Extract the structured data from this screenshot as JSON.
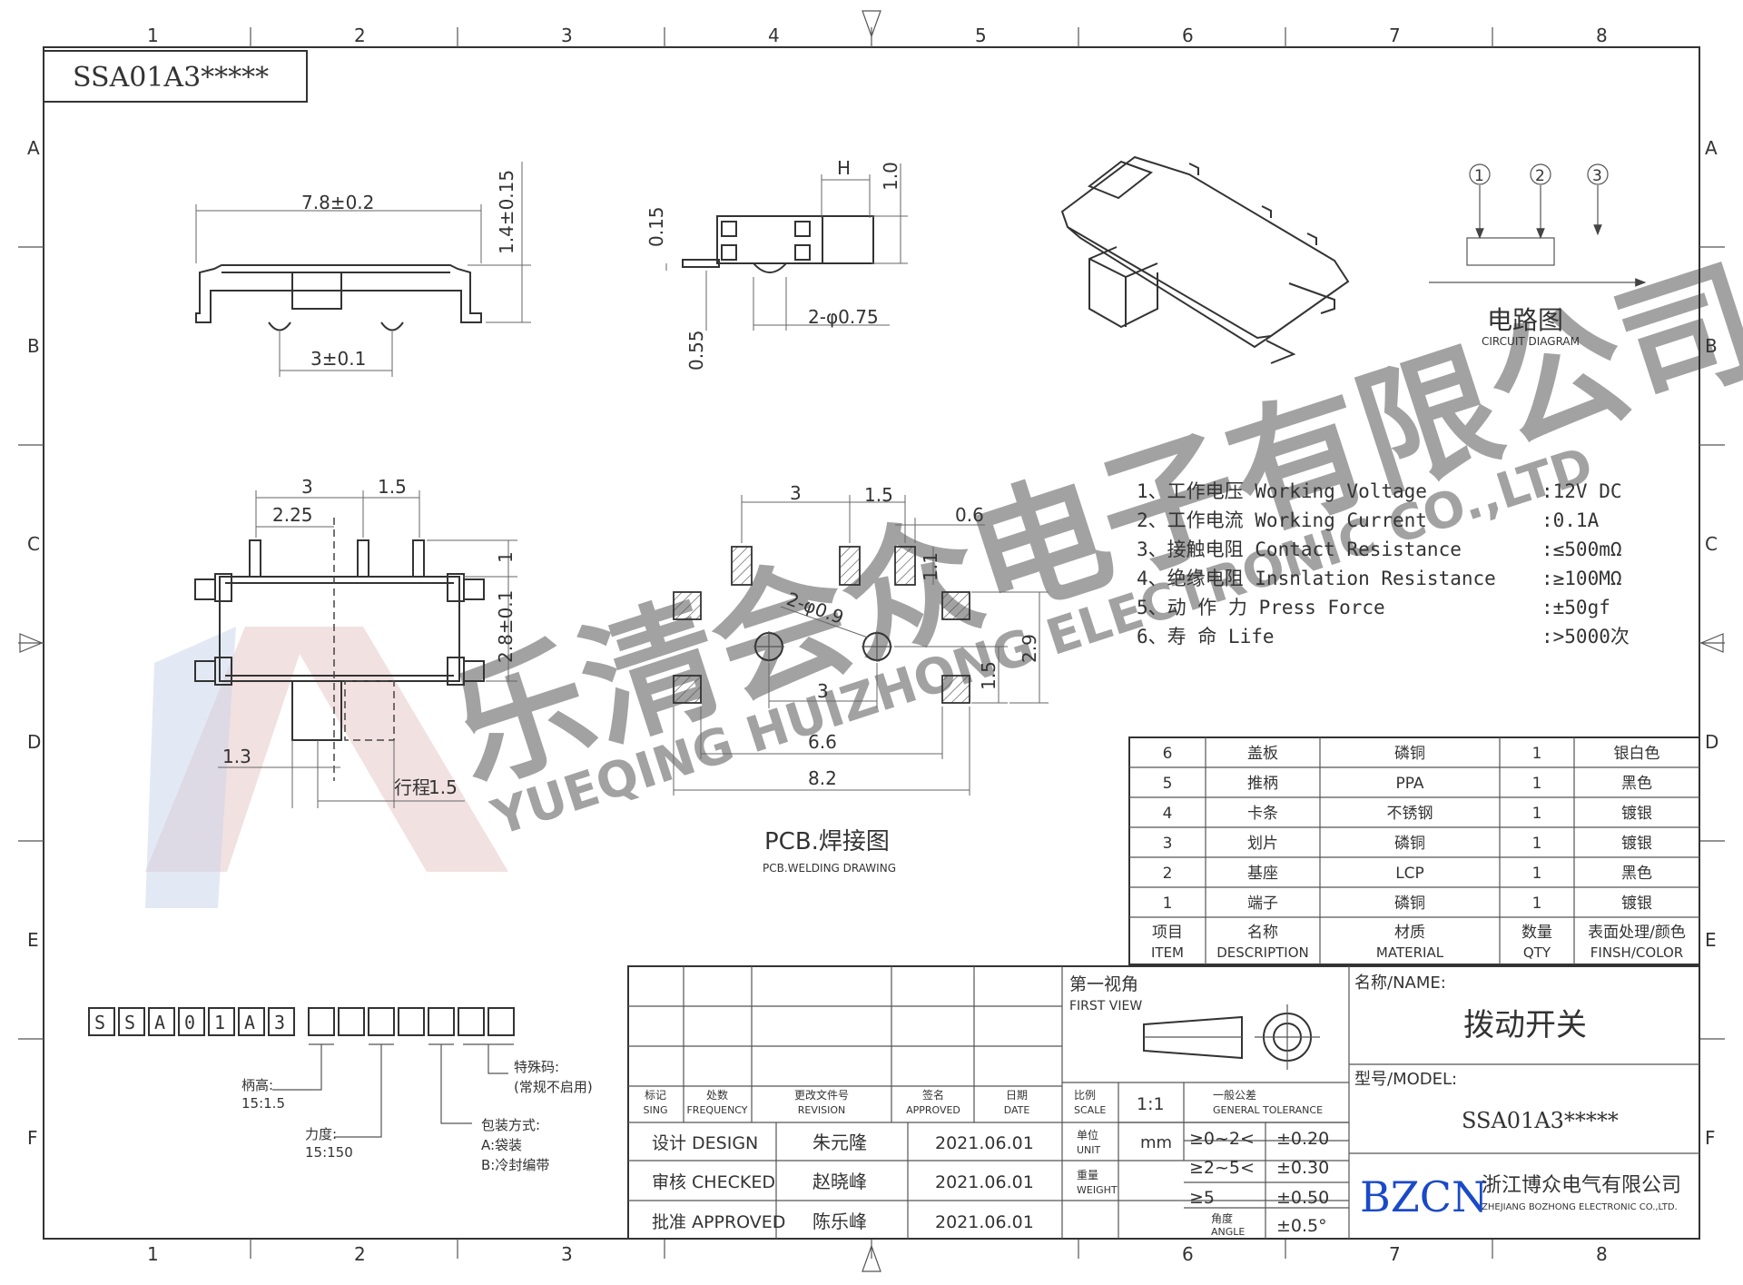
{
  "part_code": "SSA01A3*****",
  "border": {
    "columns": [
      "1",
      "2",
      "3",
      "4",
      "5",
      "6",
      "7",
      "8"
    ],
    "rows": [
      "A",
      "B",
      "C",
      "D",
      "E",
      "F"
    ]
  },
  "watermark": {
    "cn": "乐清会众电子有限公司",
    "en": "YUEQING HUIZHONG ELECTRONIC CO.,LTD"
  },
  "dims": {
    "width": "7.8±0.2",
    "height": "1.4±0.15",
    "pitch": "3±0.1",
    "h": "H",
    "d10": "1.0",
    "d015": "0.15",
    "d055": "0.55",
    "hole": "2-φ0.75",
    "top3": "3",
    "top15": "1.5",
    "top225": "2.25",
    "top1": "1",
    "top28": "2.8±0.1",
    "top13": "1.3",
    "travel_label": "行程",
    "travel": "1.5",
    "pcb3": "3",
    "pcb15": "1.5",
    "pcb06": "0.6",
    "pcb11": "1.1",
    "pcbhole": "2-φ0.9",
    "pcb3b": "3",
    "pcb15b": "1.5",
    "pcb29": "2.9",
    "pcb66": "6.6",
    "pcb82": "8.2"
  },
  "pcb_title": "PCB.焊接图",
  "pcb_subtitle": "PCB.WELDING DRAWING",
  "circuit": {
    "pins": [
      "1",
      "2",
      "3"
    ],
    "title": "电路图",
    "subtitle": "CIRCUIT DIAGRAM"
  },
  "specs": [
    {
      "label": "1、工作电压 Working Voltage",
      "value": ":12V DC"
    },
    {
      "label": "2、工作电流 Working Current",
      "value": ":0.1A"
    },
    {
      "label": "3、接触电阻 Contact Resistance",
      "value": ":≤500mΩ"
    },
    {
      "label": "4、绝缘电阻 Insnlation Resistance",
      "value": ":≥100MΩ"
    },
    {
      "label": "5、动 作 力 Press Force",
      "value": ":±50gf"
    },
    {
      "label": "6、寿    命  Life",
      "value": ":>5000次"
    }
  ],
  "bom": {
    "rows": [
      [
        "6",
        "盖板",
        "磷铜",
        "1",
        "银白色"
      ],
      [
        "5",
        "推柄",
        "PPA",
        "1",
        "黑色"
      ],
      [
        "4",
        "卡条",
        "不锈钢",
        "1",
        "镀银"
      ],
      [
        "3",
        "划片",
        "磷铜",
        "1",
        "镀银"
      ],
      [
        "2",
        "基座",
        "LCP",
        "1",
        "黑色"
      ],
      [
        "1",
        "端子",
        "磷铜",
        "1",
        "镀银"
      ]
    ],
    "header_cn": [
      "项目",
      "名称",
      "材质",
      "数量",
      "表面处理/颜色"
    ],
    "header_en": [
      "ITEM",
      "DESCRIPTION",
      "MATERIAL",
      "QTY",
      "FINSH/COLOR"
    ]
  },
  "code_breakdown": {
    "chars": [
      "S",
      "S",
      "A",
      "0",
      "1",
      "A",
      "3"
    ],
    "handle_height": [
      "柄高:",
      "15:1.5"
    ],
    "force": [
      "力度:",
      "15:150"
    ],
    "packaging": [
      "包装方式:",
      "A:袋装",
      "B:冷封编带"
    ],
    "special": [
      "特殊码:",
      "(常规不启用)"
    ]
  },
  "title_block": {
    "rev_headers": [
      [
        "标记",
        "SING"
      ],
      [
        "处数",
        "FREQUENCY"
      ],
      [
        "更改文件号",
        "REVISION"
      ],
      [
        "签名",
        "APPROVED"
      ],
      [
        "日期",
        "DATE"
      ]
    ],
    "signoff": [
      {
        "role": "设计 DESIGN",
        "name": "朱元隆",
        "date": "2021.06.01"
      },
      {
        "role": "审核 CHECKED",
        "name": "赵晓峰",
        "date": "2021.06.01"
      },
      {
        "role": "批准 APPROVED",
        "name": "陈乐峰",
        "date": "2021.06.01"
      }
    ],
    "scale_label": [
      "比例",
      "SCALE"
    ],
    "scale": "1:1",
    "unit_label": [
      "单位",
      "UNIT"
    ],
    "unit": "mm",
    "weight_label": [
      "重量",
      "WEIGHT"
    ],
    "tolerance_title": [
      "一般公差",
      "GENERAL TOLERANCE"
    ],
    "tolerances": [
      {
        "range": "≥0~2<",
        "value": "±0.20"
      },
      {
        "range": "≥2~5<",
        "value": "±0.30"
      },
      {
        "range": "≥5",
        "value": "±0.50"
      }
    ],
    "angle_label": [
      "角度",
      "ANGLE"
    ],
    "angle": "±0.5°",
    "first_view": [
      "第一视角",
      "FIRST VIEW"
    ],
    "name_label": "名称/NAME:",
    "name": "拨动开关",
    "model_label": "型号/MODEL:",
    "model": "SSA01A3*****",
    "company_logo": "BZCN",
    "company_cn": "浙江博众电气有限公司",
    "company_en": "ZHEJIANG BOZHONG ELECTRONIC CO.,LTD."
  }
}
